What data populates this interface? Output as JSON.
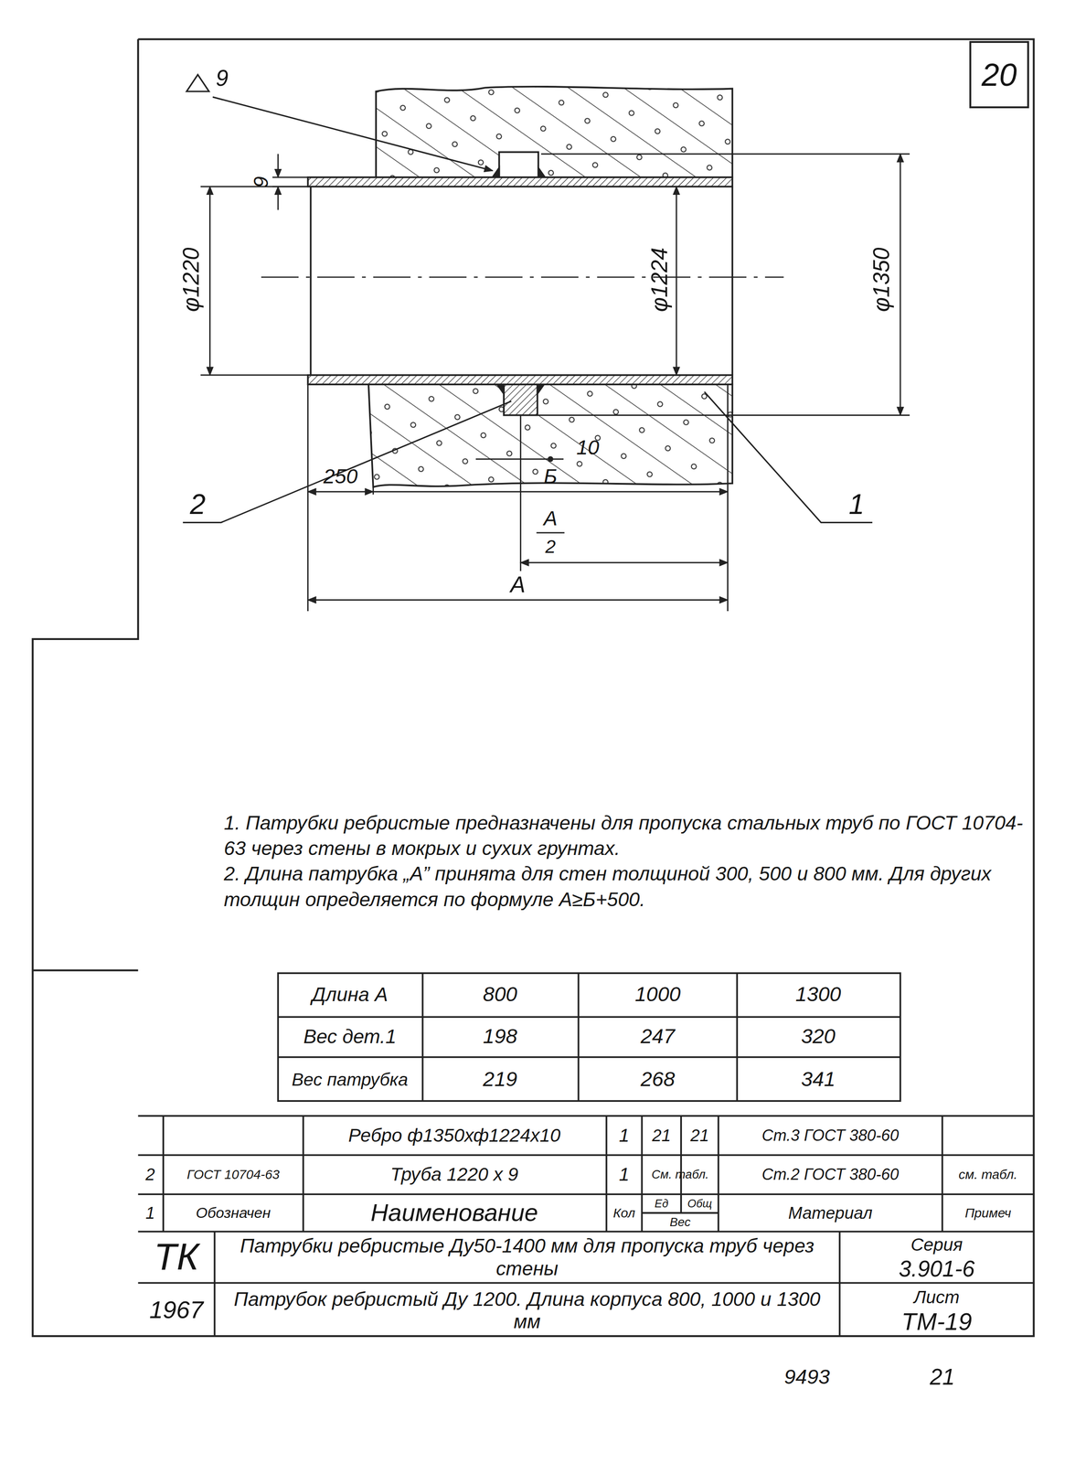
{
  "diagram": {
    "labels": [
      "20",
      "9",
      "9",
      "φ1220",
      "φ1224",
      "φ1350",
      "250",
      "Б",
      "10",
      "А",
      "2",
      "А",
      "2",
      "1",
      "1. Патрубки ребристые предназначены для пропуска стальных труб по ГОСТ 10704-63 через стены в мокрых и сухих грунтах.",
      "2. Длина патрубка „А” принята для стен толщиной 300, 500 и 800 мм. Для других толщин определяется по формуле А≥Б+500.",
      "Длина А",
      "800",
      "1000",
      "1300",
      "Вес дет.1",
      "198",
      "247",
      "320",
      "Вес патрубка",
      "219",
      "268",
      "341",
      "Ребро ф1350хф1224х10",
      "1",
      "21",
      "21",
      "Ст.3 ГОСТ 380-60",
      "2",
      "ГОСТ 10704-63",
      "Труба 1220 х 9",
      "1",
      "См. табл.",
      "Ст.2 ГОСТ 380-60",
      "см. табл.",
      "1",
      "Обозначен",
      "Наименование",
      "Кол",
      "Ед",
      "Общ",
      "Вес",
      "Материал",
      "Примеч",
      "ТК",
      "1967",
      "Патрубки ребристые Ду50-1400 мм для пропуска труб через стены",
      "Серия",
      "3.901-6",
      "Патрубок ребристый Ду 1200. Длина корпуса 800, 1000 и 1300 мм",
      "Лист",
      "ТМ-19",
      "9493",
      "21"
    ]
  }
}
